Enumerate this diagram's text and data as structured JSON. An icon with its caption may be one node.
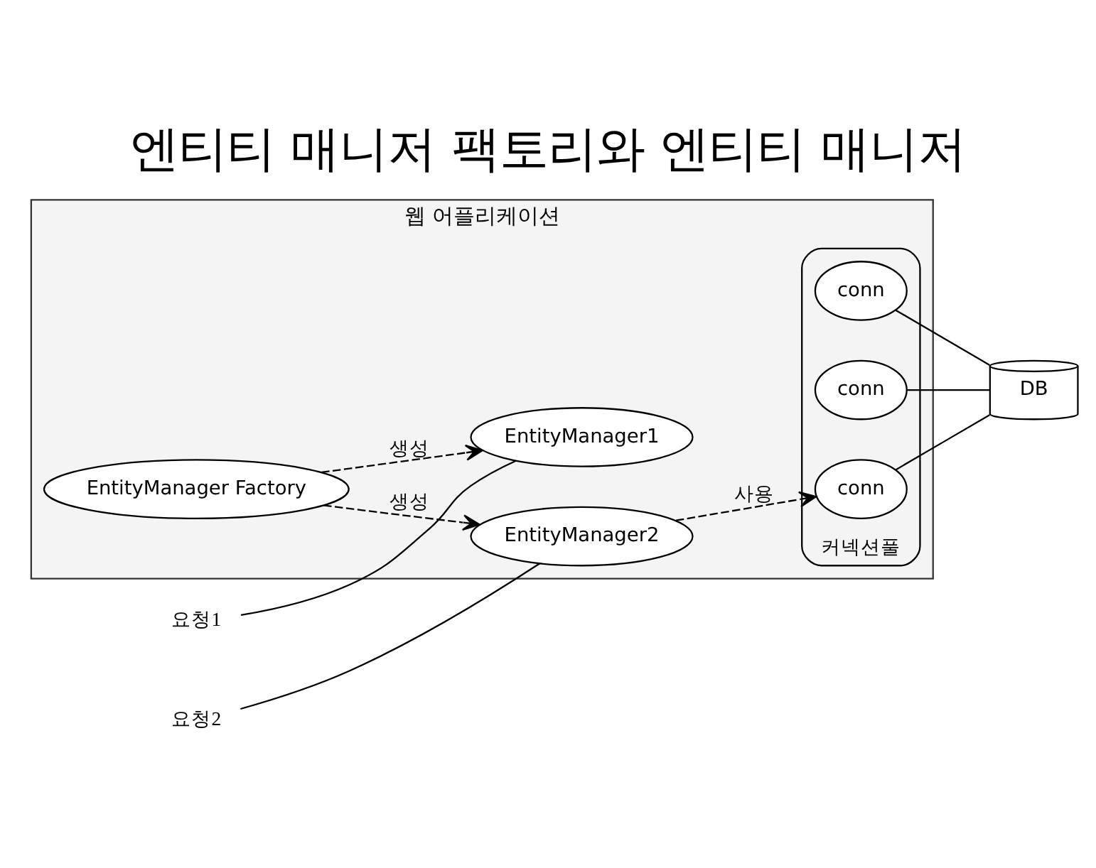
{
  "diagram": {
    "title": "엔티티 매니저 팩토리와 엔티티 매니저",
    "nodes": [
      {
        "text": [
          "웹 어플리케이션"
        ]
      },
      {
        "text": [
          "EntityManager Factory"
        ],
        "in": 0
      },
      {
        "text": [
          "요청1"
        ]
      },
      {
        "text": [
          "EntityManager1"
        ],
        "in": 0
      },
      {
        "text": [
          "요청2"
        ]
      },
      {
        "text": [
          "EntityManager2"
        ],
        "in": 0
      },
      {
        "text": [
          "커넥션풀"
        ],
        "in": 0
      },
      {
        "text": [
          "conn"
        ],
        "in": 6
      },
      {
        "text": [
          "conn"
        ],
        "in": 6
      },
      {
        "text": [
          "conn"
        ],
        "in": 6
      },
      {
        "text": [
          "DB"
        ]
      }
    ],
    "edges": [
      {
        "from": 1,
        "to": 3,
        "arrow": "to",
        "label": "생성",
        "style": "dashed"
      },
      {
        "from": 1,
        "to": 5,
        "arrow": "to",
        "label": "생성",
        "style": "dashed"
      },
      {
        "from": 2,
        "to": 3,
        "arrow": "none"
      },
      {
        "from": 4,
        "to": 5,
        "arrow": "none"
      },
      {
        "from": 5,
        "to": 9,
        "arrow": "to",
        "label": "사용",
        "style": "dashed"
      },
      {
        "from": 7,
        "to": 10,
        "arrow": "none"
      },
      {
        "from": 8,
        "to": 10,
        "arrow": "none"
      },
      {
        "from": 9,
        "to": 10,
        "arrow": "none"
      }
    ]
  }
}
